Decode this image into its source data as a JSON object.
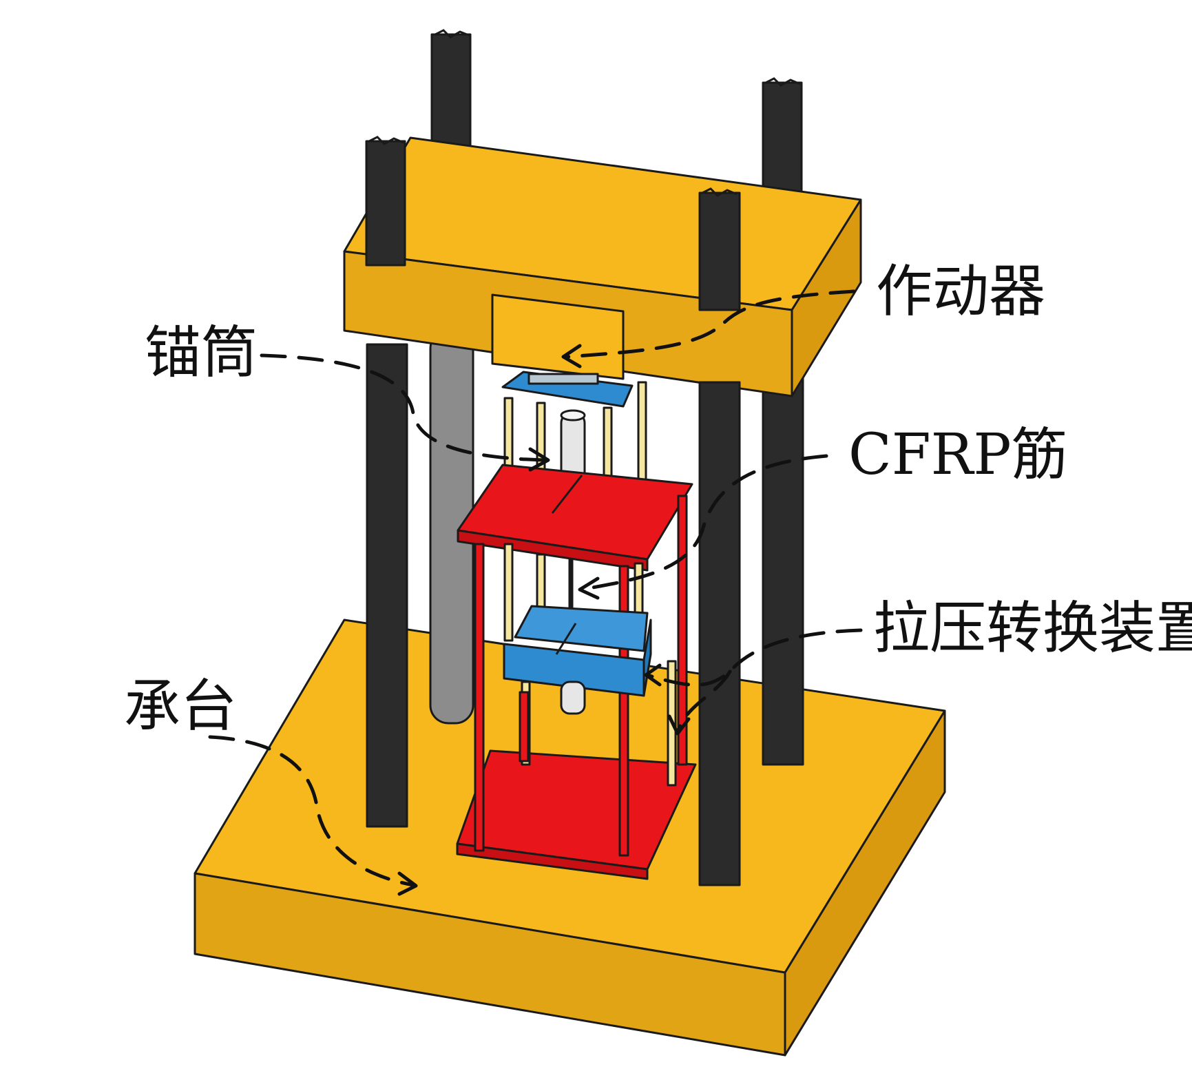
{
  "labels": {
    "actuator": "作动器",
    "anchor_tube": "锚筒",
    "cfrp_bar": "CFRP筋",
    "converter": "拉压转换装置",
    "pile_cap": "承台"
  },
  "colors": {
    "frame_yellow": "#F6B81C",
    "frame_yellow_dark": "#D99A10",
    "column_black": "#2b2b2b",
    "grey_bar": "#8c8c8c",
    "rig_red": "#E8161B",
    "block_blue": "#2E8BD0",
    "rod_cream": "#F5E7A0"
  },
  "icons": {
    "arrow": "dashed-arrow"
  }
}
